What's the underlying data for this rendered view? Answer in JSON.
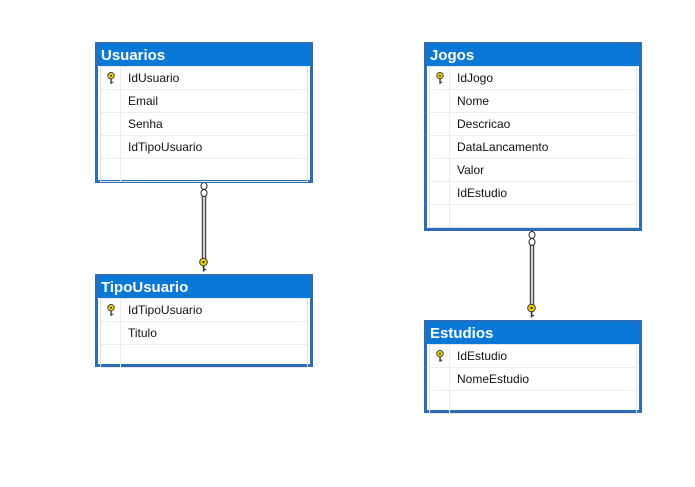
{
  "tables": {
    "usuarios": {
      "title": "Usuarios",
      "columns": [
        "IdUsuario",
        "Email",
        "Senha",
        "IdTipoUsuario"
      ]
    },
    "tipousuario": {
      "title": "TipoUsuario",
      "columns": [
        "IdTipoUsuario",
        "Titulo"
      ]
    },
    "jogos": {
      "title": "Jogos",
      "columns": [
        "IdJogo",
        "Nome",
        "Descricao",
        "DataLancamento",
        "Valor",
        "IdEstudio"
      ]
    },
    "estudios": {
      "title": "Estudios",
      "columns": [
        "IdEstudio",
        "NomeEstudio"
      ]
    }
  },
  "colors": {
    "header": "#0a78d7",
    "border": "#2c6db5",
    "key": "#f2d600"
  },
  "icons": {
    "primary_key": "key-icon",
    "relationship_many": "infinity-icon",
    "relationship_one": "key-icon"
  }
}
